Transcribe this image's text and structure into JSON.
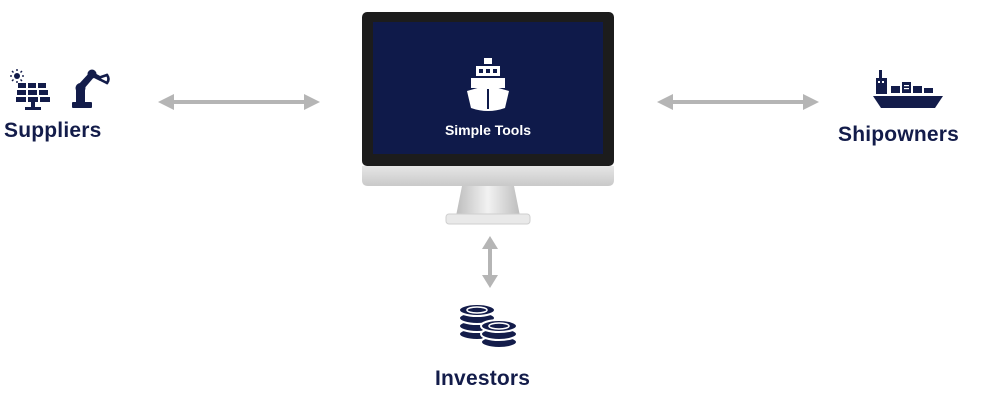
{
  "diagram": {
    "center": {
      "title": "Simple Tools",
      "icon": "ship-icon"
    },
    "nodes": [
      {
        "id": "suppliers",
        "label": "Suppliers",
        "icons": [
          "solar-panel-icon",
          "robot-arm-icon"
        ]
      },
      {
        "id": "shipowners",
        "label": "Shipowners",
        "icons": [
          "container-ship-icon"
        ]
      },
      {
        "id": "investors",
        "label": "Investors",
        "icons": [
          "coins-icon"
        ]
      }
    ],
    "connections": [
      {
        "from": "suppliers",
        "to": "center",
        "type": "bidirectional"
      },
      {
        "from": "center",
        "to": "shipowners",
        "type": "bidirectional"
      },
      {
        "from": "center",
        "to": "investors",
        "type": "bidirectional"
      }
    ]
  },
  "colors": {
    "navy": "#131c4a",
    "screen": "#0f1a4a",
    "arrow": "#b5b5b5",
    "bezel": "#1c1c1c",
    "chin": "#d9d9d9"
  }
}
